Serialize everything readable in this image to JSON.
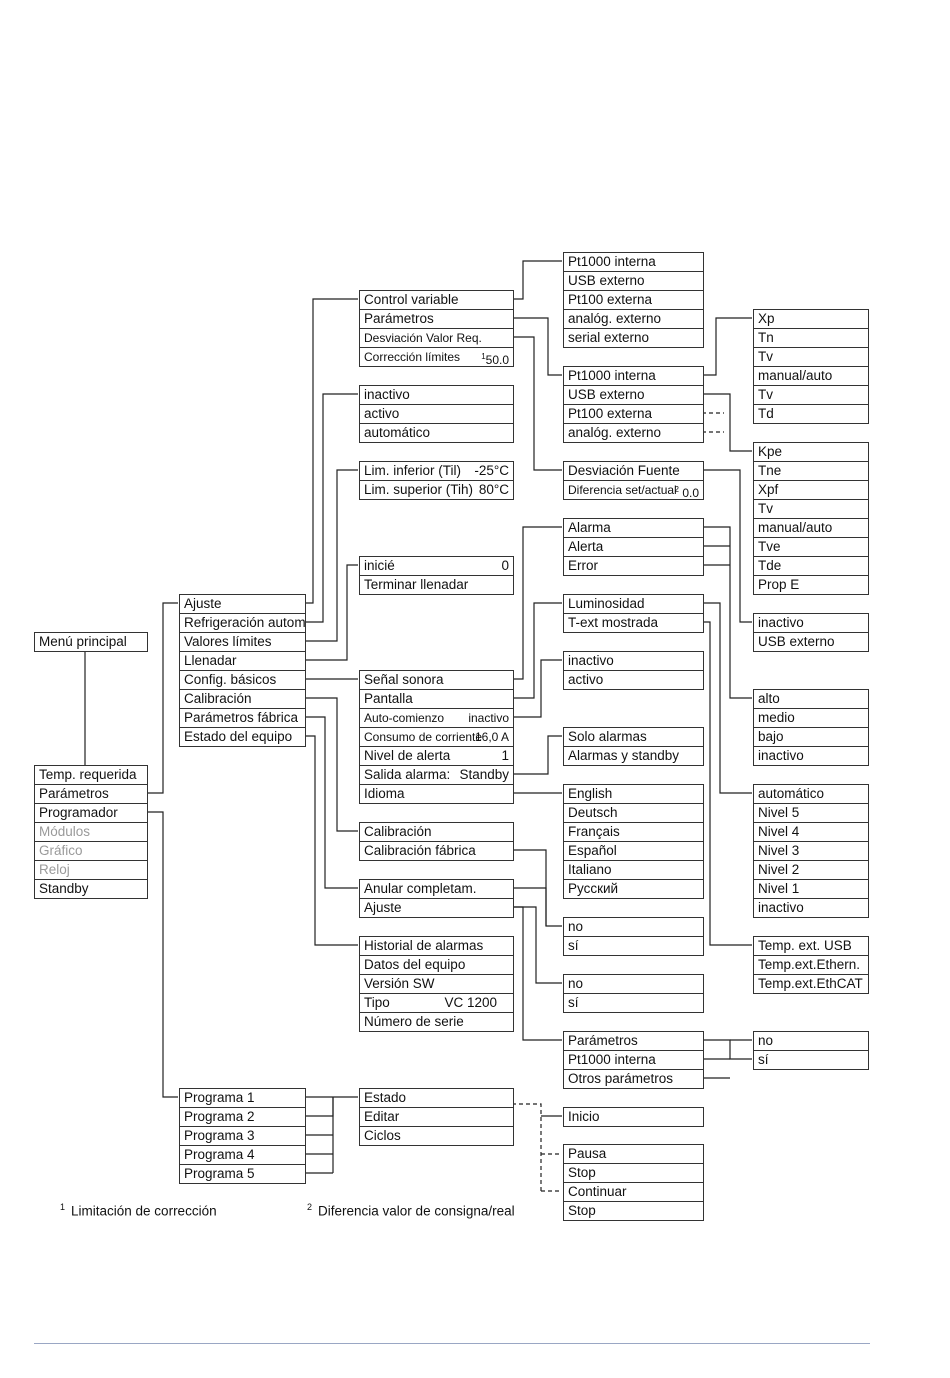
{
  "main_menu": {
    "title": "Menú principal"
  },
  "root_menu": [
    "Temp. requerida",
    "Parámetros",
    "Programador",
    "Módulos",
    "Gráfico",
    "Reloj",
    "Standby"
  ],
  "param_menu": [
    "Ajuste",
    "Refrigeración autom.",
    "Valores límites",
    "Llenadar",
    "Config. básicos",
    "Calibración",
    "Parámetros fábrica",
    "Estado del equipo"
  ],
  "ajuste_menu": {
    "items": [
      "Control variable",
      "Parámetros",
      "Desviación Valor Req.",
      "Corrección límites"
    ],
    "correccion_sup": "1",
    "correccion_val": "50.0"
  },
  "control_variable_menu": [
    "Pt1000 interna",
    "USB externo",
    "Pt100 externa",
    "analóg. externo",
    "serial externo"
  ],
  "parametros_source_menu": [
    "Pt1000 interna",
    "USB externo",
    "Pt100 externa",
    "analóg. externo"
  ],
  "internal_params_menu": [
    "Xp",
    "Tn",
    "Tv",
    "manual/auto",
    "Tv",
    "Td"
  ],
  "external_params_menu": [
    "Kpe",
    "Tne",
    "Xpf",
    "Tv",
    "manual/auto",
    "Tve",
    "Tde",
    "Prop E"
  ],
  "desviacion_menu": {
    "items": [
      "Desviación Fuente",
      "Diferencia set/actual"
    ],
    "diff_sup": "2",
    "diff_val": "0.0"
  },
  "desviacion_source_menu": [
    "inactivo",
    "USB externo"
  ],
  "refrigeracion_menu": [
    "inactivo",
    "activo",
    "automático"
  ],
  "limites_menu": [
    {
      "label": "Lim. inferior (Til)",
      "value": "-25°C"
    },
    {
      "label": "Lim. superior (Tih)",
      "value": "80°C"
    }
  ],
  "llenadar_menu": [
    {
      "label": "inicié",
      "value": "0"
    },
    {
      "label": "Terminar llenadar",
      "value": ""
    }
  ],
  "alarma_menu": [
    "Alarma",
    "Alerta",
    "Error"
  ],
  "sound_level_menu": [
    "alto",
    "medio",
    "bajo",
    "inactivo"
  ],
  "pantalla_menu": [
    "Luminosidad",
    "T-ext mostrada"
  ],
  "brightness_menu": [
    "automático",
    "Nivel 5",
    "Nivel 4",
    "Nivel 3",
    "Nivel 2",
    "Nivel 1",
    "inactivo"
  ],
  "text_source_menu": [
    "Temp. ext. USB",
    "Temp.ext.Ethern.",
    "Temp.ext.EthCAT"
  ],
  "config_menu": [
    {
      "label": "Señal sonora",
      "value": ""
    },
    {
      "label": "Pantalla",
      "value": ""
    },
    {
      "label": "Auto-comienzo",
      "value": "inactivo",
      "small": true
    },
    {
      "label": "Consumo de corriente",
      "value": "16,0 A",
      "small": true
    },
    {
      "label": "Nivel de alerta",
      "value": "1"
    },
    {
      "label": "Salida alarma:",
      "value": "Standby"
    },
    {
      "label": "Idioma",
      "value": ""
    }
  ],
  "autocomienzo_menu": [
    "inactivo",
    "activo"
  ],
  "salida_alarma_menu": [
    "Solo alarmas",
    "Alarmas y standby"
  ],
  "language_menu": [
    "English",
    "Deutsch",
    "Français",
    "Español",
    "Italiano",
    "Русский"
  ],
  "calibracion_menu": [
    "Calibración",
    "Calibración fábrica"
  ],
  "calib_fabrica_menu": [
    "no",
    "sí"
  ],
  "fabrica_menu": [
    "Anular completam.",
    "Ajuste"
  ],
  "anular_menu": [
    "no",
    "sí"
  ],
  "fabrica_ajuste_menu": [
    "Parámetros",
    "Pt1000 interna",
    "Otros parámetros"
  ],
  "fabrica_ajuste_sub_menu": [
    "no",
    "sí"
  ],
  "estado_menu": [
    {
      "label": "Historial de alarmas",
      "value": ""
    },
    {
      "label": "Datos del equipo",
      "value": ""
    },
    {
      "label": "Versión SW",
      "value": ""
    },
    {
      "label": "Tipo",
      "value": "VC 1200"
    },
    {
      "label": "Número de serie",
      "value": ""
    }
  ],
  "programas_menu": [
    "Programa 1",
    "Programa 2",
    "Programa 3",
    "Programa 4",
    "Programa 5"
  ],
  "program_menu": [
    "Estado",
    "Editar",
    "Ciclos"
  ],
  "inicio_menu": [
    "Inicio"
  ],
  "status_menu": [
    "Pausa",
    "Stop",
    "Continuar",
    "Stop"
  ],
  "footnotes": [
    {
      "num": "1",
      "text": "Limitación de corrección"
    },
    {
      "num": "2",
      "text": "Diferencia valor de consigna/real"
    }
  ]
}
